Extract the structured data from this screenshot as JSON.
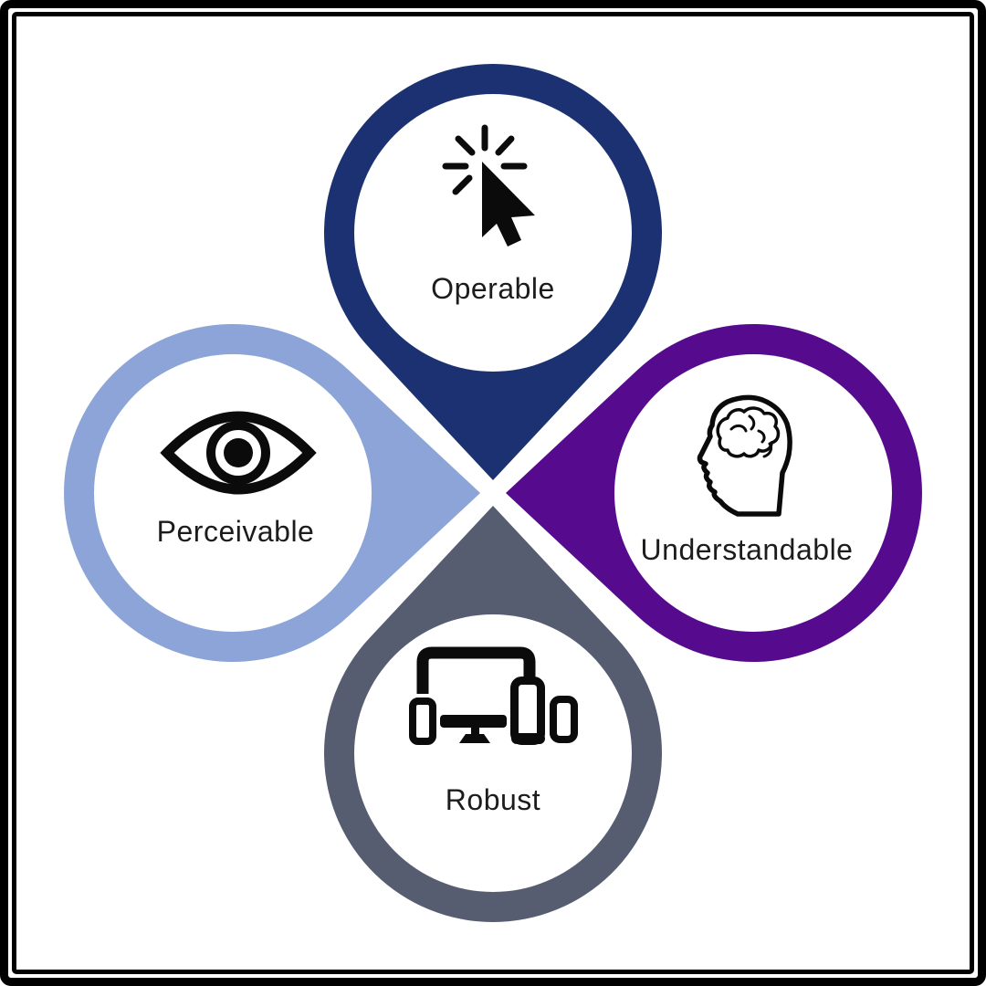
{
  "diagram": {
    "background_color": "#ffffff",
    "frame_color": "#000000",
    "circle_fill": "#ffffff",
    "label_color": "#1c1c1c",
    "icon_color": "#0b0b0b",
    "principles": [
      {
        "label": "Operable",
        "color": "#1c3172",
        "icon": "cursor-click-icon",
        "position": "top"
      },
      {
        "label": "Understandable",
        "color": "#560a8d",
        "icon": "head-brain-icon",
        "position": "right"
      },
      {
        "label": "Robust",
        "color": "#575d70",
        "icon": "devices-icon",
        "position": "bottom"
      },
      {
        "label": "Perceivable",
        "color": "#8ca4d8",
        "icon": "eye-icon",
        "position": "left"
      }
    ]
  }
}
